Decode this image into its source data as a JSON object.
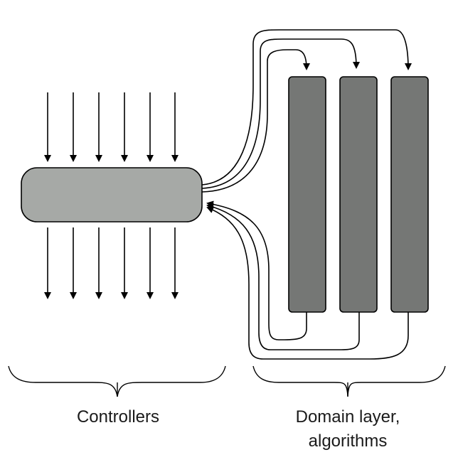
{
  "labels": {
    "controllers": "Controllers",
    "domain_line1": "Domain layer,",
    "domain_line2": "algorithms"
  },
  "colors": {
    "controller_fill": "#a6a9a6",
    "domain_fill": "#757775",
    "stroke": "#000000"
  }
}
